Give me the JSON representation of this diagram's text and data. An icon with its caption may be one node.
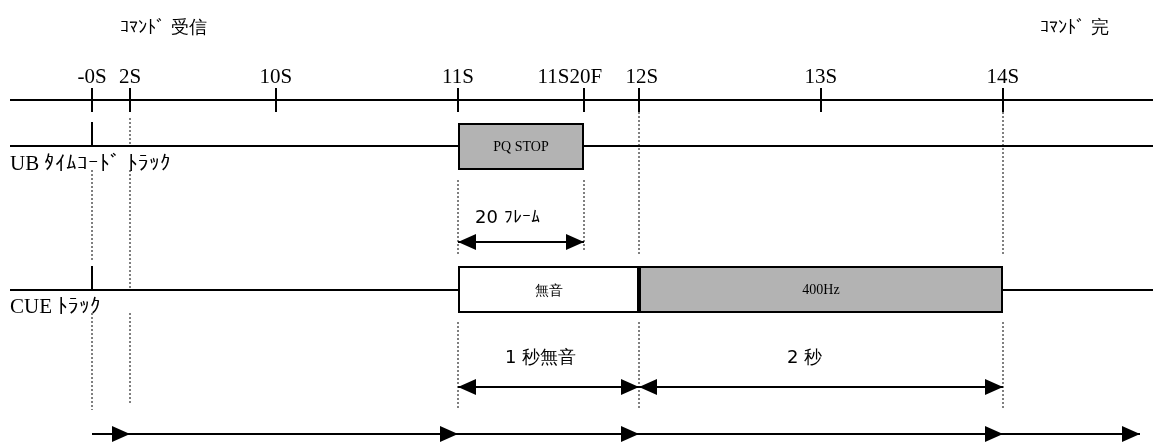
{
  "diagram": {
    "nodes": [
      {
        "text": [
          "PQ STOP"
        ]
      },
      {
        "text": [
          "無音"
        ]
      },
      {
        "text": [
          "400Hz"
        ]
      }
    ],
    "edges": [],
    "labels": [
      "ｺﾏﾝﾄﾞ 受信",
      "ｺﾏﾝﾄﾞ 完",
      "-0S",
      "2S",
      "10S",
      "11S",
      "11S20F",
      "12S",
      "13S",
      "14S",
      "UB ﾀｲﾑｺｰﾄﾞ ﾄﾗｯｸ",
      "20 ﾌﾚｰﾑ",
      "CUE ﾄﾗｯｸ",
      "1 秒無音",
      "2 秒"
    ]
  }
}
